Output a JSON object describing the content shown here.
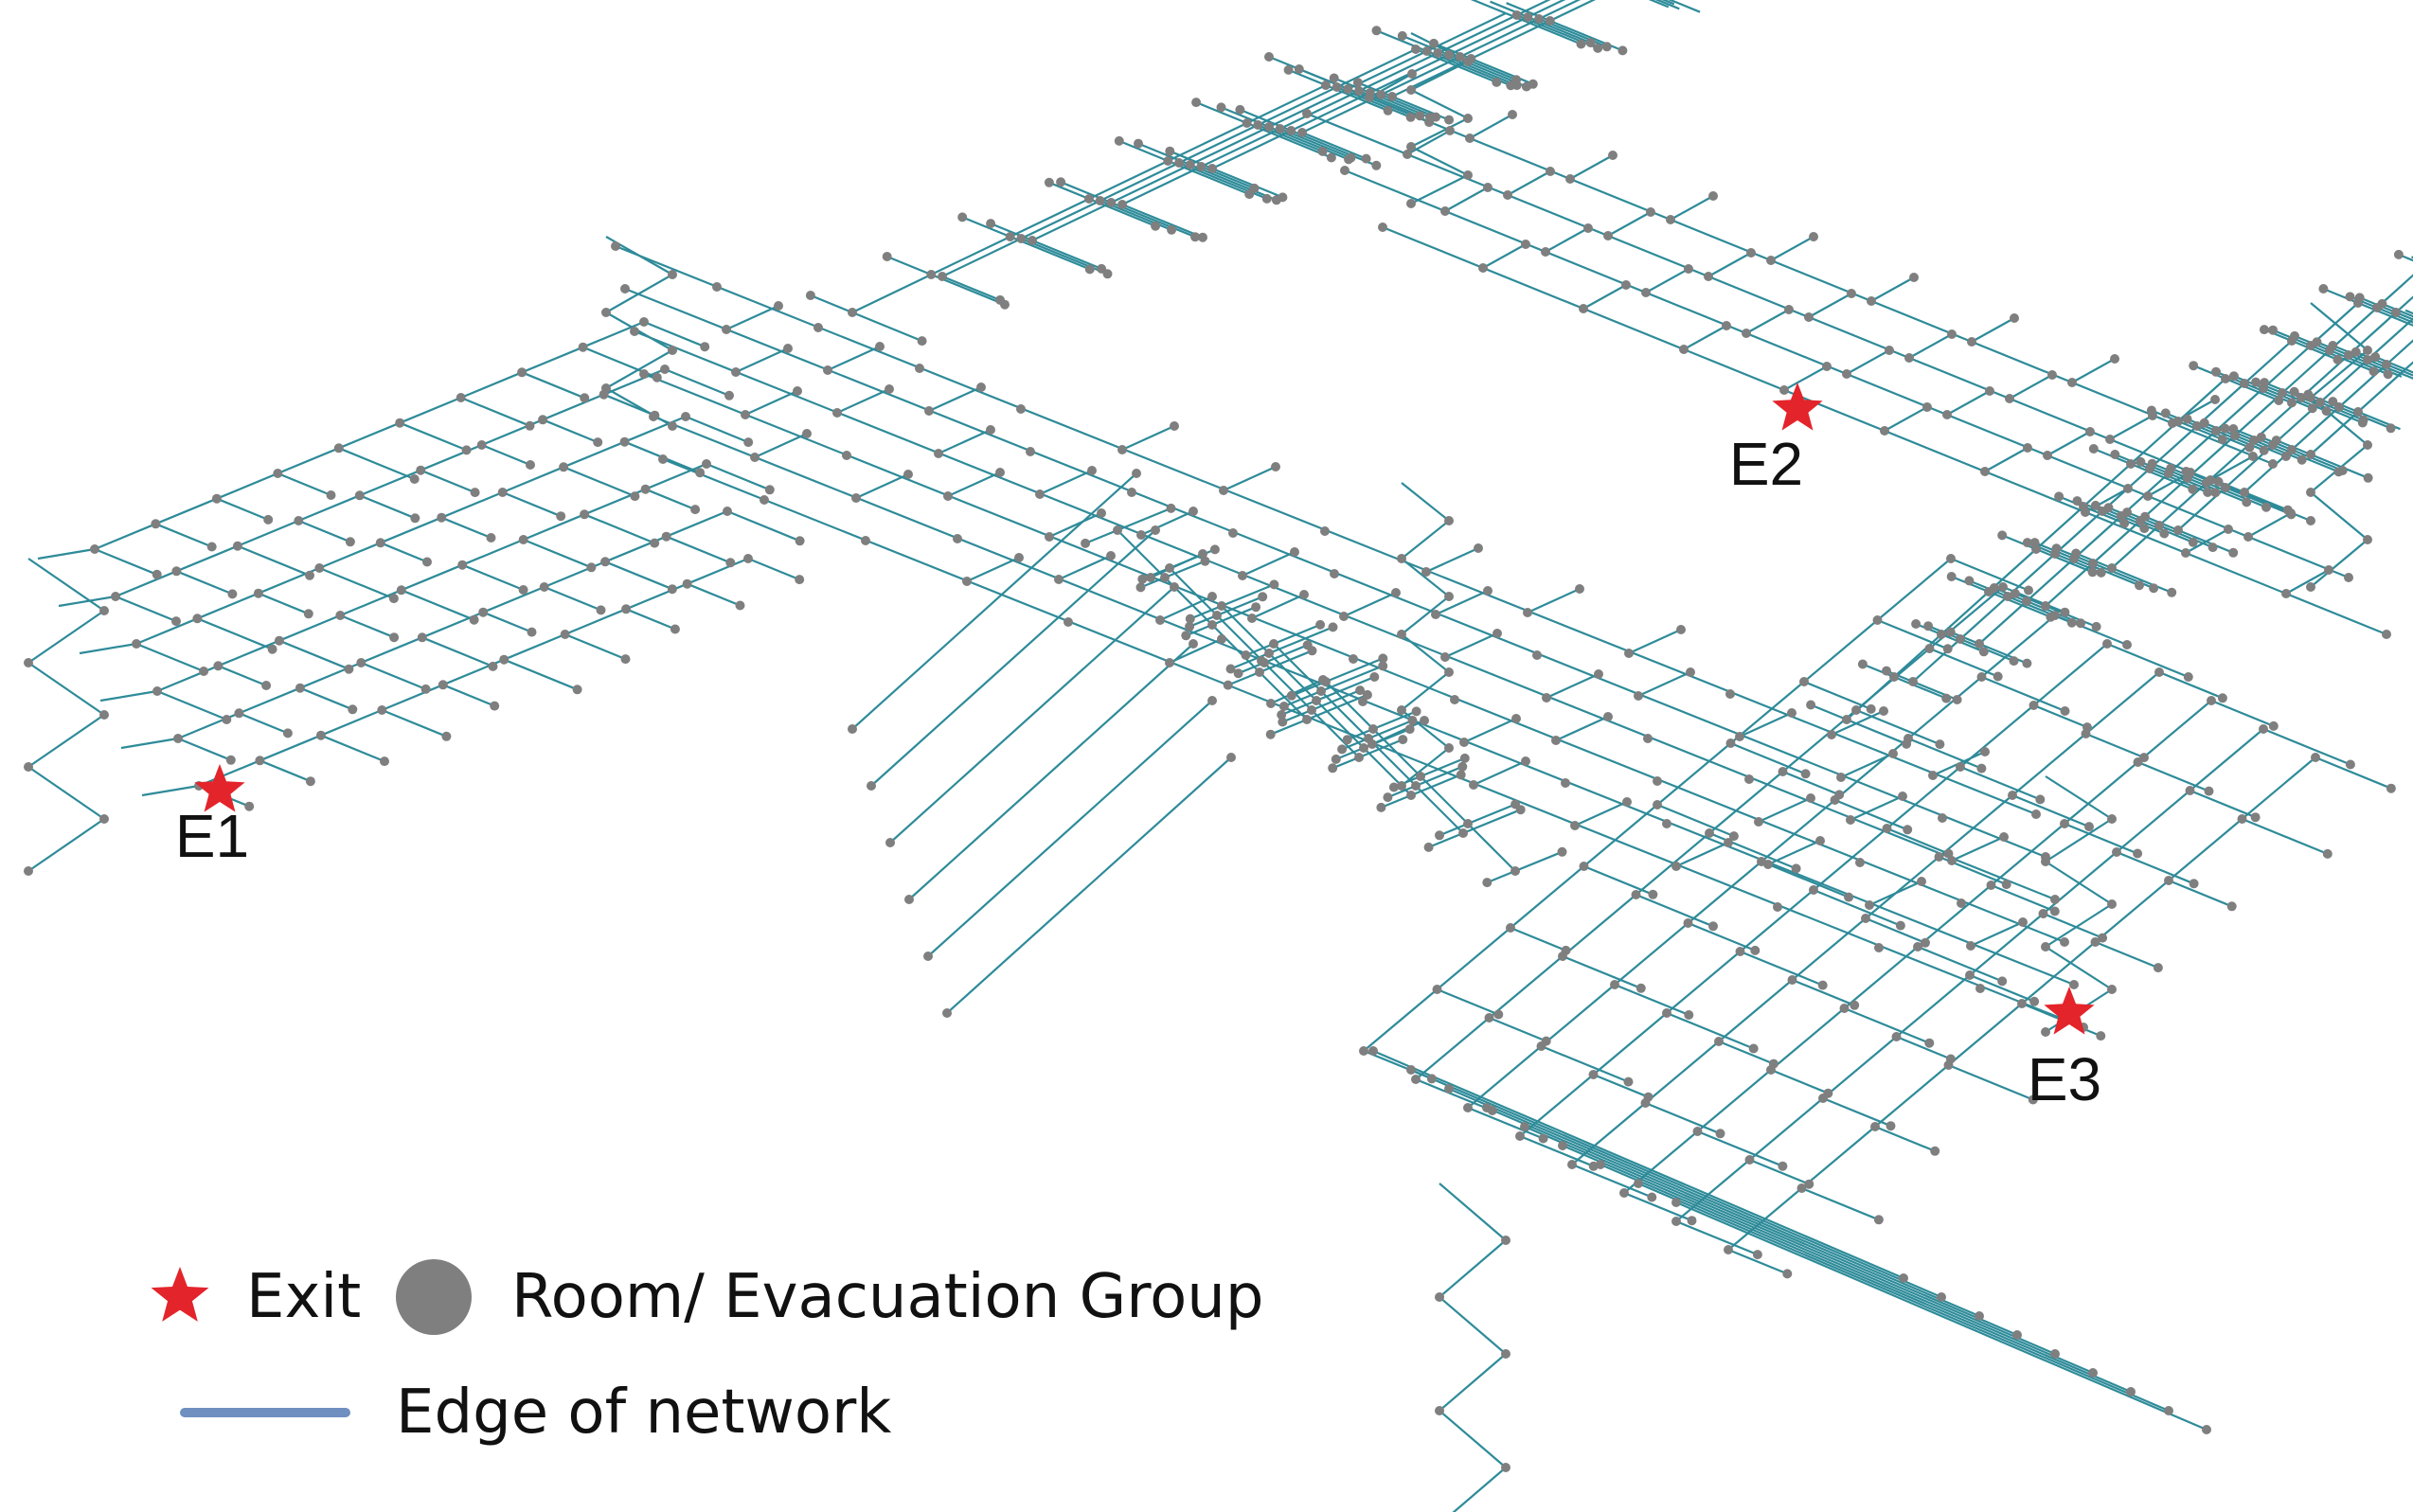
{
  "colors": {
    "edge": "#2e8b99",
    "node": "#7f7f7f",
    "exit": "#e3242b",
    "legend_edge": "#6f8fc0",
    "text": "#111111"
  },
  "exits": [
    {
      "label": "E1"
    },
    {
      "label": "E2"
    },
    {
      "label": "E3"
    }
  ],
  "legend": {
    "exit_label": "Exit",
    "room_label": "Room/ Evacuation Group",
    "edge_label": "Edge of network"
  }
}
